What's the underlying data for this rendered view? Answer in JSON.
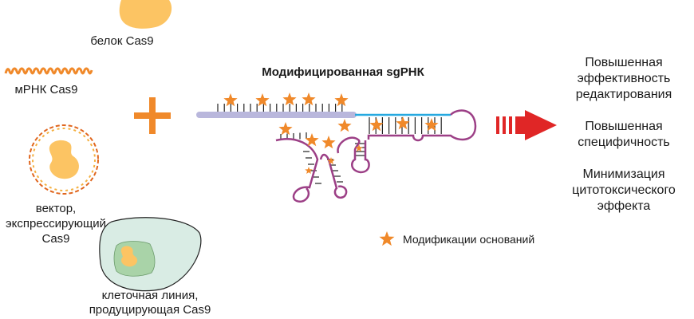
{
  "left": {
    "protein_label": "белок Cas9",
    "mrna_label": "мРНК Cas9",
    "vector_label": [
      "вектор,",
      "экспрессирующий",
      "Cas9"
    ],
    "cell_label": [
      "клеточная линия,",
      "продуцирующая Cas9"
    ]
  },
  "center": {
    "title": "Модифицированная sgРНК",
    "legend": "Модификации оснований"
  },
  "results": [
    [
      "Повышенная",
      "эффективность",
      "редактирования"
    ],
    [
      "Повышенная",
      "специфичность"
    ],
    [
      "Минимизация",
      "цитотоксического",
      "эффекта"
    ]
  ],
  "colors": {
    "orange": "#f0892a",
    "protein": "#fcc463",
    "guide": "#b9b7dc",
    "blue": "#26a9e0",
    "purple": "#9c3f86",
    "arrow": "#e02626",
    "cell": "#d9ece4",
    "nucleus": "#a9d3a8"
  }
}
